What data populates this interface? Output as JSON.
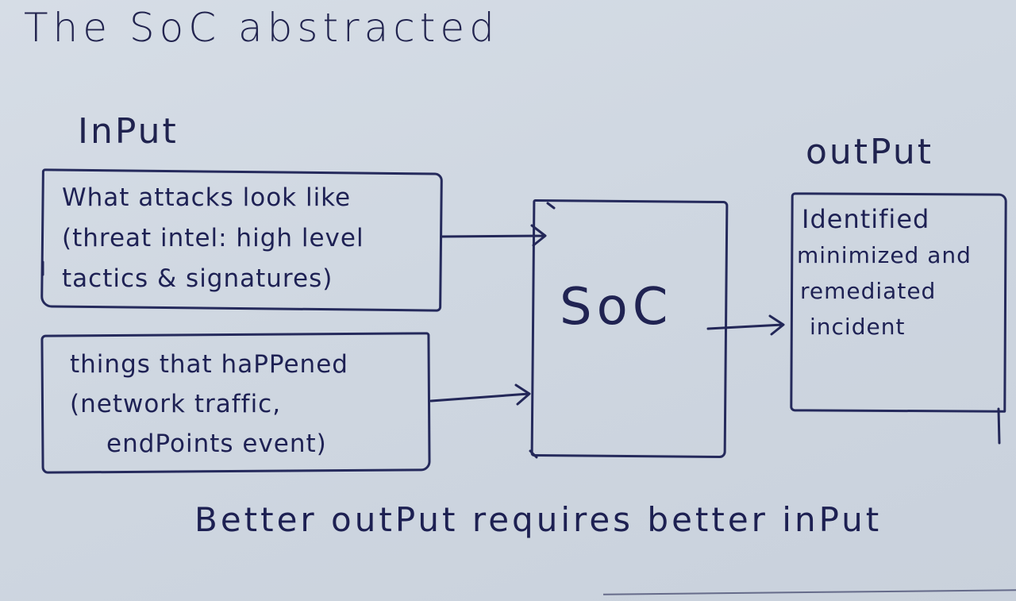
{
  "title": "The SoC abstracted",
  "input_heading": "InPut",
  "output_heading": "outPut",
  "inputs": [
    {
      "lines": [
        "What attacks look like",
        "(threat intel: high level",
        "tactics & signatures)"
      ]
    },
    {
      "lines": [
        "things that haPPened",
        "(network traffic,",
        "endPoints event)"
      ]
    }
  ],
  "soc": "SoC",
  "output": {
    "lines": [
      "Identified",
      "minimized and",
      "remediated",
      "incident"
    ]
  },
  "footer": "Better outPut requires better inPut",
  "colors": {
    "ink": "#1f2150",
    "paper": "#d3dae3"
  }
}
